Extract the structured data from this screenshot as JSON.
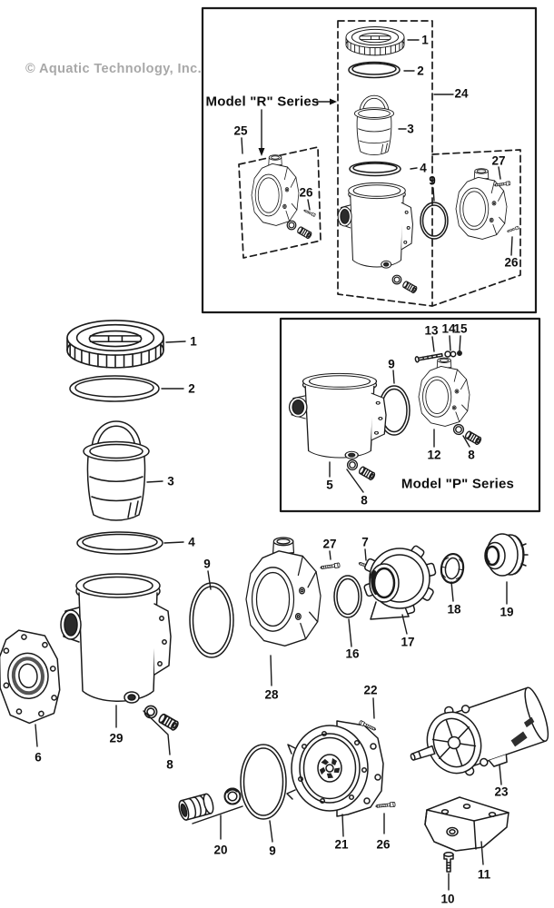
{
  "watermark": "© Aquatic Technology, Inc.",
  "diagram": {
    "r_series_label": "Model \"R\" Series",
    "p_series_label": "Model \"P\" Series"
  },
  "colors": {
    "ink": "#1a1a1a",
    "watermark_gray": "#a8a8a8",
    "background": "#ffffff"
  },
  "callouts": {
    "r_lock_ring": "1",
    "r_lid_gasket": "2",
    "r_basket": "3",
    "r_gasket": "4",
    "r_assembly": "24",
    "r_oring": "9",
    "r_trap": "25",
    "r_plug_screw_left": "26",
    "r_screw": "27",
    "r_plug_screw_right": "26",
    "m_lock_ring": "1",
    "m_lid_gasket": "2",
    "m_basket": "3",
    "m_gasket": "4",
    "m_oring": "9",
    "m_flange": "6",
    "m_pot": "29",
    "m_plug": "8",
    "m_housing": "28",
    "mid_screw": "27",
    "mid_machine_screw": "7",
    "mid_oring": "16",
    "mid_seal_plate": "17",
    "mid_shaft_seal": "18",
    "mid_impeller": "19",
    "p_screw": "13",
    "p_washer": "14",
    "p_nut": "15",
    "p_oring": "9",
    "p_housing": "12",
    "p_plug_right": "8",
    "p_pot": "5",
    "p_plug_bottom": "8",
    "b_union": "20",
    "b_oring": "9",
    "b_plate": "21",
    "b_screw22": "22",
    "b_screw26": "26",
    "b_motor": "23",
    "b_base": "11",
    "b_bolt": "10"
  }
}
